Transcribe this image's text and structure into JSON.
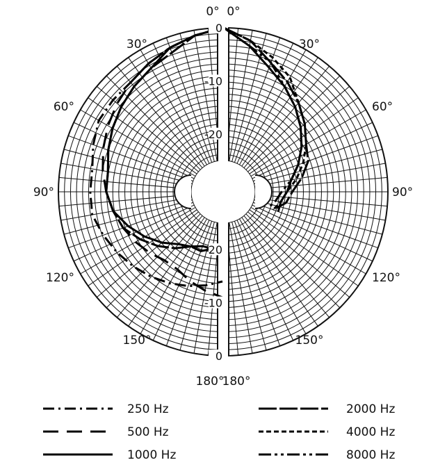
{
  "chart_data": {
    "type": "polar",
    "radial_scale": {
      "tick_labels": [
        "0",
        "-10",
        "-20"
      ]
    },
    "angle_labels": {
      "left": [
        "0°",
        "30°",
        "60°",
        "90°",
        "120°",
        "150°",
        "180°"
      ],
      "right": [
        "0°",
        "30°",
        "60°",
        "90°",
        "120°",
        "150°",
        "180°"
      ]
    },
    "panels": [
      {
        "side": "left",
        "grid": true
      },
      {
        "side": "right",
        "grid": true
      }
    ],
    "legend": [
      {
        "label": "250 Hz",
        "dash": "16 6 3 6"
      },
      {
        "label": "500 Hz",
        "dash": "22 12"
      },
      {
        "label": "1000 Hz",
        "dash": ""
      },
      {
        "label": "2000 Hz",
        "dash": "26 4"
      },
      {
        "label": "4000 Hz",
        "dash": "7 4"
      },
      {
        "label": "8000 Hz",
        "dash": "18 5 4 5 4 5"
      }
    ],
    "series": [
      {
        "label_index": 0,
        "side": "left",
        "points": [
          [
            0,
            0
          ],
          [
            10,
            -1
          ],
          [
            20,
            -2
          ],
          [
            30,
            -3
          ],
          [
            40,
            -4
          ],
          [
            50,
            -4
          ],
          [
            60,
            -4
          ],
          [
            70,
            -5
          ],
          [
            80,
            -6
          ],
          [
            90,
            -6
          ],
          [
            100,
            -6
          ],
          [
            110,
            -7
          ],
          [
            120,
            -8
          ],
          [
            130,
            -9
          ],
          [
            140,
            -10
          ],
          [
            150,
            -11
          ],
          [
            160,
            -12
          ],
          [
            170,
            -13
          ],
          [
            180,
            -14
          ]
        ]
      },
      {
        "label_index": 1,
        "side": "left",
        "points": [
          [
            0,
            0
          ],
          [
            10,
            -1
          ],
          [
            20,
            -2
          ],
          [
            30,
            -3
          ],
          [
            40,
            -4
          ],
          [
            50,
            -5
          ],
          [
            60,
            -6
          ],
          [
            70,
            -7
          ],
          [
            80,
            -8
          ],
          [
            90,
            -9
          ],
          [
            100,
            -10
          ],
          [
            110,
            -11
          ],
          [
            120,
            -12
          ],
          [
            130,
            -13
          ],
          [
            140,
            -14
          ],
          [
            150,
            -14
          ],
          [
            160,
            -13
          ],
          [
            170,
            -12
          ],
          [
            180,
            -11
          ]
        ]
      },
      {
        "label_index": 2,
        "side": "left",
        "points": [
          [
            0,
            0
          ],
          [
            10,
            -1
          ],
          [
            20,
            -2
          ],
          [
            30,
            -4
          ],
          [
            40,
            -5
          ],
          [
            50,
            -6
          ],
          [
            60,
            -7
          ],
          [
            70,
            -8
          ],
          [
            80,
            -9
          ],
          [
            90,
            -9
          ],
          [
            100,
            -10
          ],
          [
            110,
            -12
          ],
          [
            120,
            -14
          ],
          [
            130,
            -16
          ],
          [
            140,
            -18
          ],
          [
            150,
            -19
          ],
          [
            160,
            -20
          ],
          [
            170,
            -20
          ],
          [
            180,
            -20
          ]
        ]
      },
      {
        "label_index": 3,
        "side": "left",
        "points": [
          [
            0,
            0
          ],
          [
            10,
            -1
          ],
          [
            20,
            -3
          ],
          [
            30,
            -4
          ],
          [
            40,
            -5
          ],
          [
            50,
            -6
          ],
          [
            60,
            -7
          ],
          [
            70,
            -8
          ],
          [
            80,
            -9
          ],
          [
            90,
            -9
          ],
          [
            100,
            -10
          ],
          [
            110,
            -11
          ],
          [
            120,
            -13
          ],
          [
            130,
            -15
          ],
          [
            140,
            -17
          ],
          [
            150,
            -19
          ],
          [
            160,
            -19
          ],
          [
            170,
            -20
          ],
          [
            180,
            -21
          ]
        ]
      },
      {
        "label_index": 4,
        "side": "right",
        "points": [
          [
            0,
            0
          ],
          [
            10,
            -2
          ],
          [
            20,
            -4
          ],
          [
            30,
            -6
          ],
          [
            40,
            -9
          ],
          [
            50,
            -11
          ],
          [
            60,
            -13
          ],
          [
            70,
            -15
          ],
          [
            80,
            -17
          ],
          [
            90,
            -19
          ],
          [
            100,
            -20
          ],
          [
            110,
            -21
          ]
        ]
      },
      {
        "label_index": 5,
        "side": "right",
        "points": [
          [
            0,
            0
          ],
          [
            10,
            -3
          ],
          [
            20,
            -5
          ],
          [
            30,
            -8
          ],
          [
            40,
            -10
          ],
          [
            50,
            -12
          ],
          [
            60,
            -14
          ],
          [
            70,
            -16
          ],
          [
            80,
            -18
          ],
          [
            90,
            -20
          ],
          [
            100,
            -21
          ],
          [
            110,
            -22
          ]
        ]
      },
      {
        "label_index": 3,
        "side": "right",
        "points": [
          [
            0,
            0
          ],
          [
            10,
            -2
          ],
          [
            20,
            -5
          ],
          [
            30,
            -7
          ],
          [
            40,
            -9
          ],
          [
            50,
            -11
          ],
          [
            60,
            -13
          ],
          [
            70,
            -14
          ],
          [
            80,
            -16
          ],
          [
            90,
            -18
          ],
          [
            100,
            -19
          ],
          [
            110,
            -21
          ]
        ]
      },
      {
        "label_index": 2,
        "side": "right",
        "points": [
          [
            0,
            0
          ],
          [
            10,
            -3
          ],
          [
            20,
            -6
          ],
          [
            30,
            -8
          ],
          [
            40,
            -10
          ],
          [
            50,
            -12
          ],
          [
            60,
            -14
          ],
          [
            70,
            -16
          ],
          [
            80,
            -18
          ],
          [
            90,
            -19
          ],
          [
            100,
            -20
          ],
          [
            110,
            -20
          ]
        ]
      }
    ]
  }
}
